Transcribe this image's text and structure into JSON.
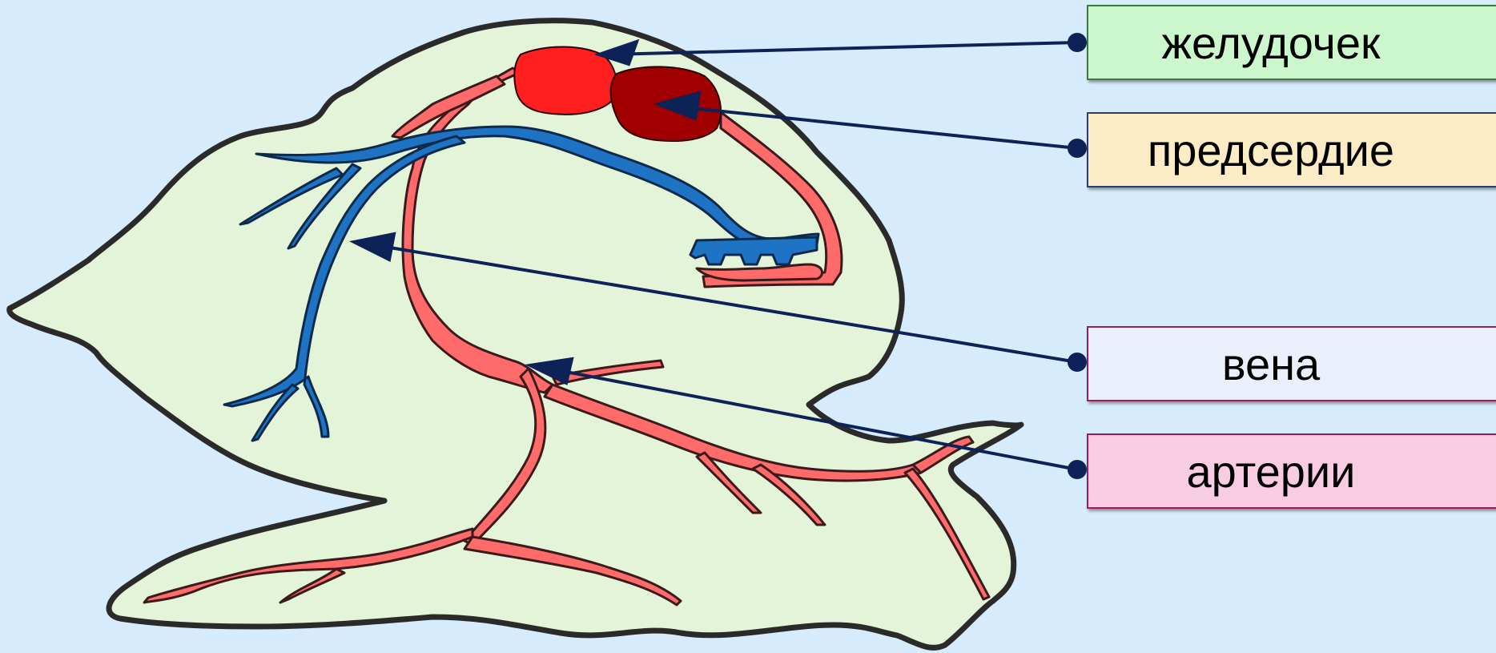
{
  "labels": [
    {
      "id": "ventricle",
      "text": "желудочек",
      "color": "#ccf7cc"
    },
    {
      "id": "atrium",
      "text": "предсердие",
      "color": "#fcecc6"
    },
    {
      "id": "vein",
      "text": "вена",
      "color": "#eaf0fb"
    },
    {
      "id": "arteries",
      "text": "артерии",
      "color": "#f8cde3"
    }
  ],
  "colors": {
    "background": "#d6ebfb",
    "body": "#e3f4d9",
    "artery": "#ff6b6b",
    "vein": "#1f73c4",
    "ventricle": "#ff1f1f",
    "atrium": "#a00000",
    "pointer": "#0d2257"
  }
}
